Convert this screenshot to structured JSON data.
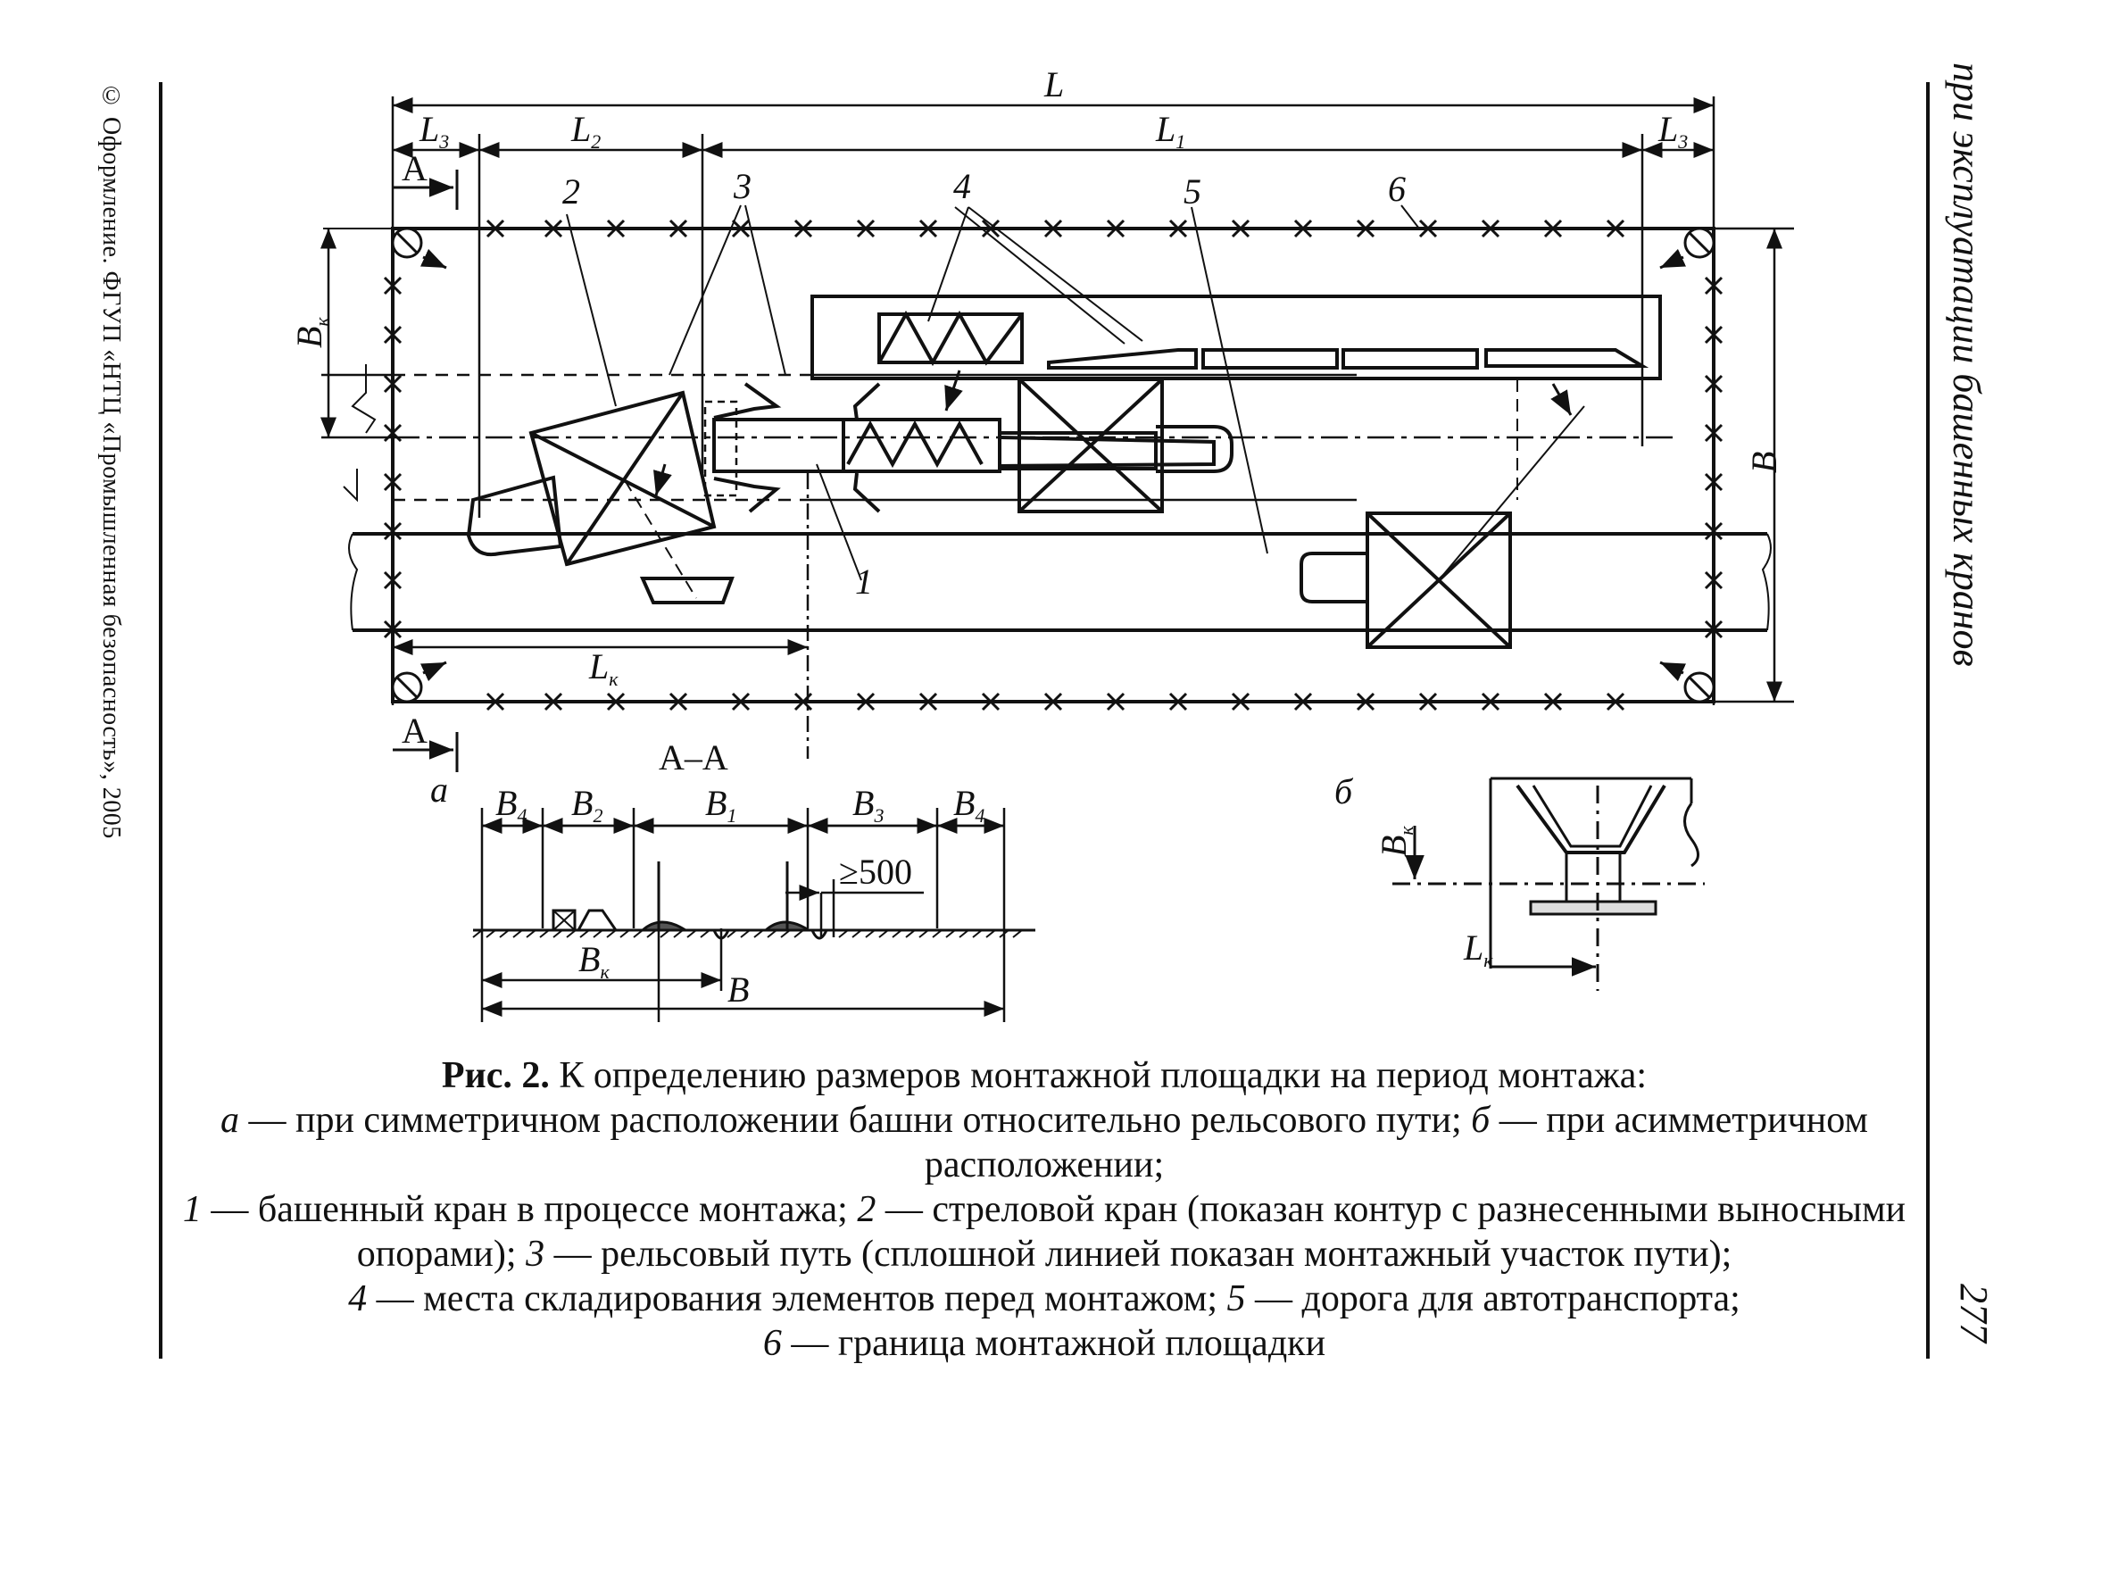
{
  "header": {
    "running_title": "при эксплуатации башенных кранов",
    "copyright": "© Оформление. ФГУП «НТЦ «Промышленная безопасность», 2005",
    "page_number": "277"
  },
  "figure": {
    "dim_labels": {
      "L": "L",
      "L1": "L",
      "L1_sub": "1",
      "L2": "L",
      "L2_sub": "2",
      "L3": "L",
      "L3_sub": "3",
      "Bk": "B",
      "Bk_sub": "к",
      "B": "B",
      "Lk": "L",
      "Lk_sub": "к"
    },
    "callouts": [
      "1",
      "2",
      "3",
      "4",
      "5",
      "6"
    ],
    "section_mark": "А",
    "section_title": "А–А",
    "subfig_a": "а",
    "subfig_b": "б",
    "section_dims": {
      "B4": "B",
      "B4_sub": "4",
      "B2": "B",
      "B2_sub": "2",
      "B1": "B",
      "B1_sub": "1",
      "B3": "B",
      "B3_sub": "3",
      "Bk": "B",
      "Bk_sub": "к",
      "B": "B",
      "min_gap": "≥500"
    }
  },
  "caption": {
    "fig_label": "Рис. 2.",
    "fig_title": "К определению размеров монтажной площадки на период монтажа:",
    "a_key": "а",
    "a_text": "— при симметричном расположении башни относительно рельсового пути;",
    "b_key": "б",
    "b_text": "— при асимметричном расположении;",
    "items": [
      {
        "key": "1",
        "text": "— башенный кран в процессе монтажа;"
      },
      {
        "key": "2",
        "text": "— стреловой кран (показан контур с разнесенными выносными опорами);"
      },
      {
        "key": "3",
        "text": "— рельсовый путь (сплошной линией показан монтажный участок пути);"
      },
      {
        "key": "4",
        "text": "— места складирования элементов перед монтажом;"
      },
      {
        "key": "5",
        "text": "— дорога для автотранспорта;"
      },
      {
        "key": "6",
        "text": "— граница монтажной площадки"
      }
    ]
  }
}
